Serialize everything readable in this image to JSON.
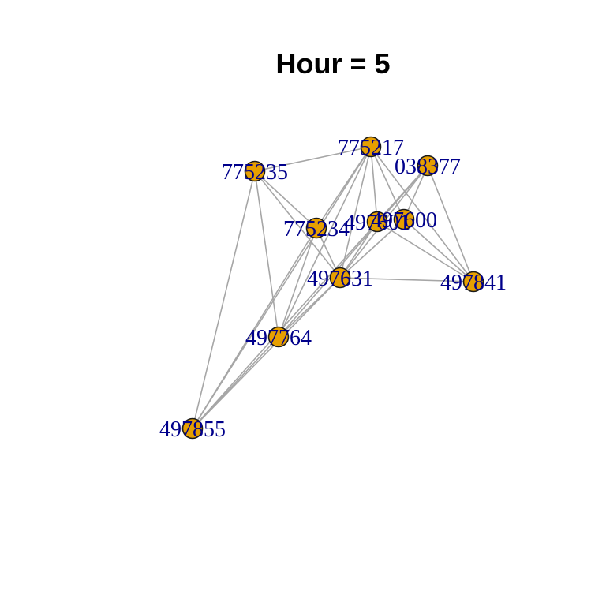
{
  "title": "Hour = 5",
  "colors": {
    "node_fill": "#e69f00",
    "node_stroke": "#1a1a1a",
    "edge": "#a6a6a6",
    "label": "#00008b"
  },
  "graph": {
    "nodes": [
      {
        "id": "775217",
        "label": "775217"
      },
      {
        "id": "038377",
        "label": "038377"
      },
      {
        "id": "775235",
        "label": "775235"
      },
      {
        "id": "775234",
        "label": "775234"
      },
      {
        "id": "497600",
        "label": "497600"
      },
      {
        "id": "497601",
        "label": "497601"
      },
      {
        "id": "497631",
        "label": "497631"
      },
      {
        "id": "497841",
        "label": "497841"
      },
      {
        "id": "497764",
        "label": "497764"
      },
      {
        "id": "497855",
        "label": "497855"
      }
    ],
    "edges": [
      [
        "775235",
        "775217"
      ],
      [
        "775235",
        "775234"
      ],
      [
        "775235",
        "497631"
      ],
      [
        "775235",
        "497764"
      ],
      [
        "775235",
        "497855"
      ],
      [
        "775217",
        "775234"
      ],
      [
        "775217",
        "497601"
      ],
      [
        "775217",
        "497600"
      ],
      [
        "775217",
        "497631"
      ],
      [
        "775217",
        "497841"
      ],
      [
        "775217",
        "497764"
      ],
      [
        "775217",
        "497855"
      ],
      [
        "038377",
        "497601"
      ],
      [
        "038377",
        "497600"
      ],
      [
        "038377",
        "497631"
      ],
      [
        "038377",
        "497841"
      ],
      [
        "038377",
        "497764"
      ],
      [
        "038377",
        "497855"
      ],
      [
        "775234",
        "497631"
      ],
      [
        "775234",
        "497764"
      ],
      [
        "775234",
        "497855"
      ],
      [
        "497600",
        "497631"
      ],
      [
        "497600",
        "497841"
      ],
      [
        "497601",
        "497631"
      ],
      [
        "497601",
        "497841"
      ],
      [
        "497631",
        "497841"
      ],
      [
        "497631",
        "497764"
      ],
      [
        "497631",
        "497855"
      ],
      [
        "497764",
        "497855"
      ]
    ]
  }
}
